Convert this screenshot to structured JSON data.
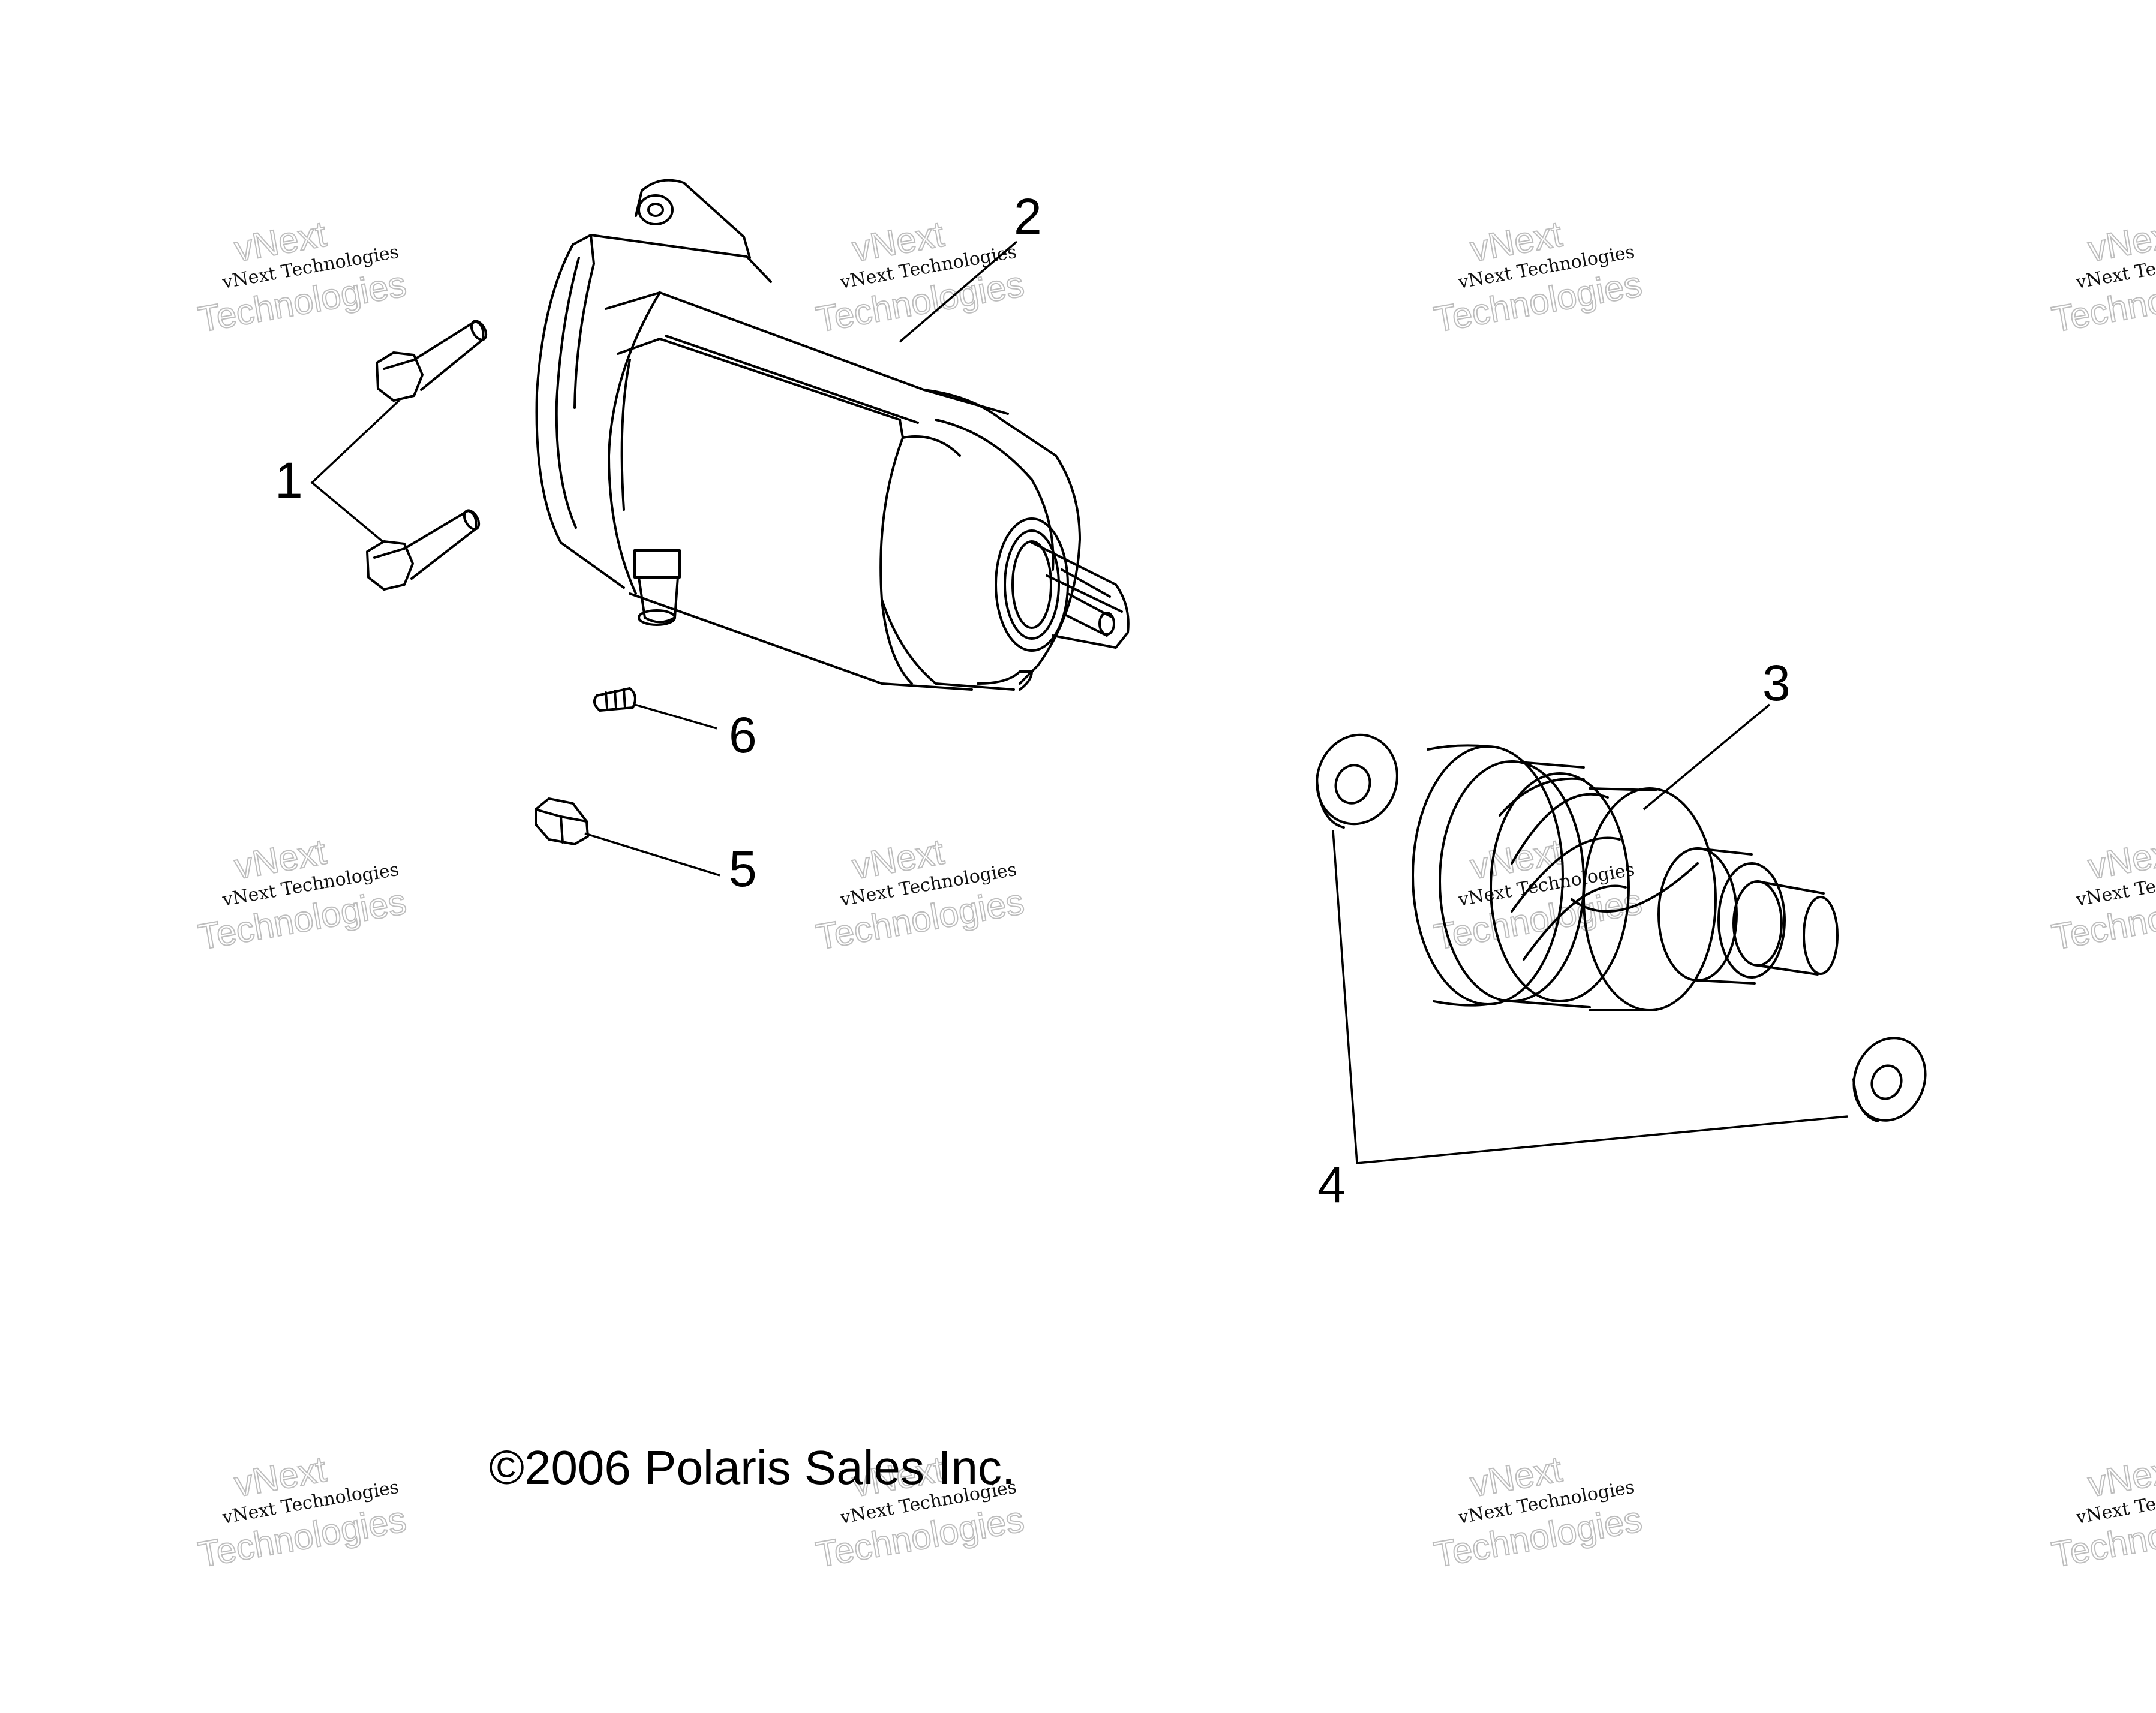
{
  "callouts": {
    "c1": "1",
    "c2": "2",
    "c3": "3",
    "c4": "4",
    "c5": "5",
    "c6": "6"
  },
  "copyright": "©2006 Polaris Sales Inc.",
  "watermark": {
    "brand_top": "vNext",
    "company": "vNext Technologies",
    "brand_bottom": "Technologies"
  },
  "colors": {
    "line": "#000000",
    "watermark_outline": "#bdbdbd",
    "background": "#ffffff"
  }
}
